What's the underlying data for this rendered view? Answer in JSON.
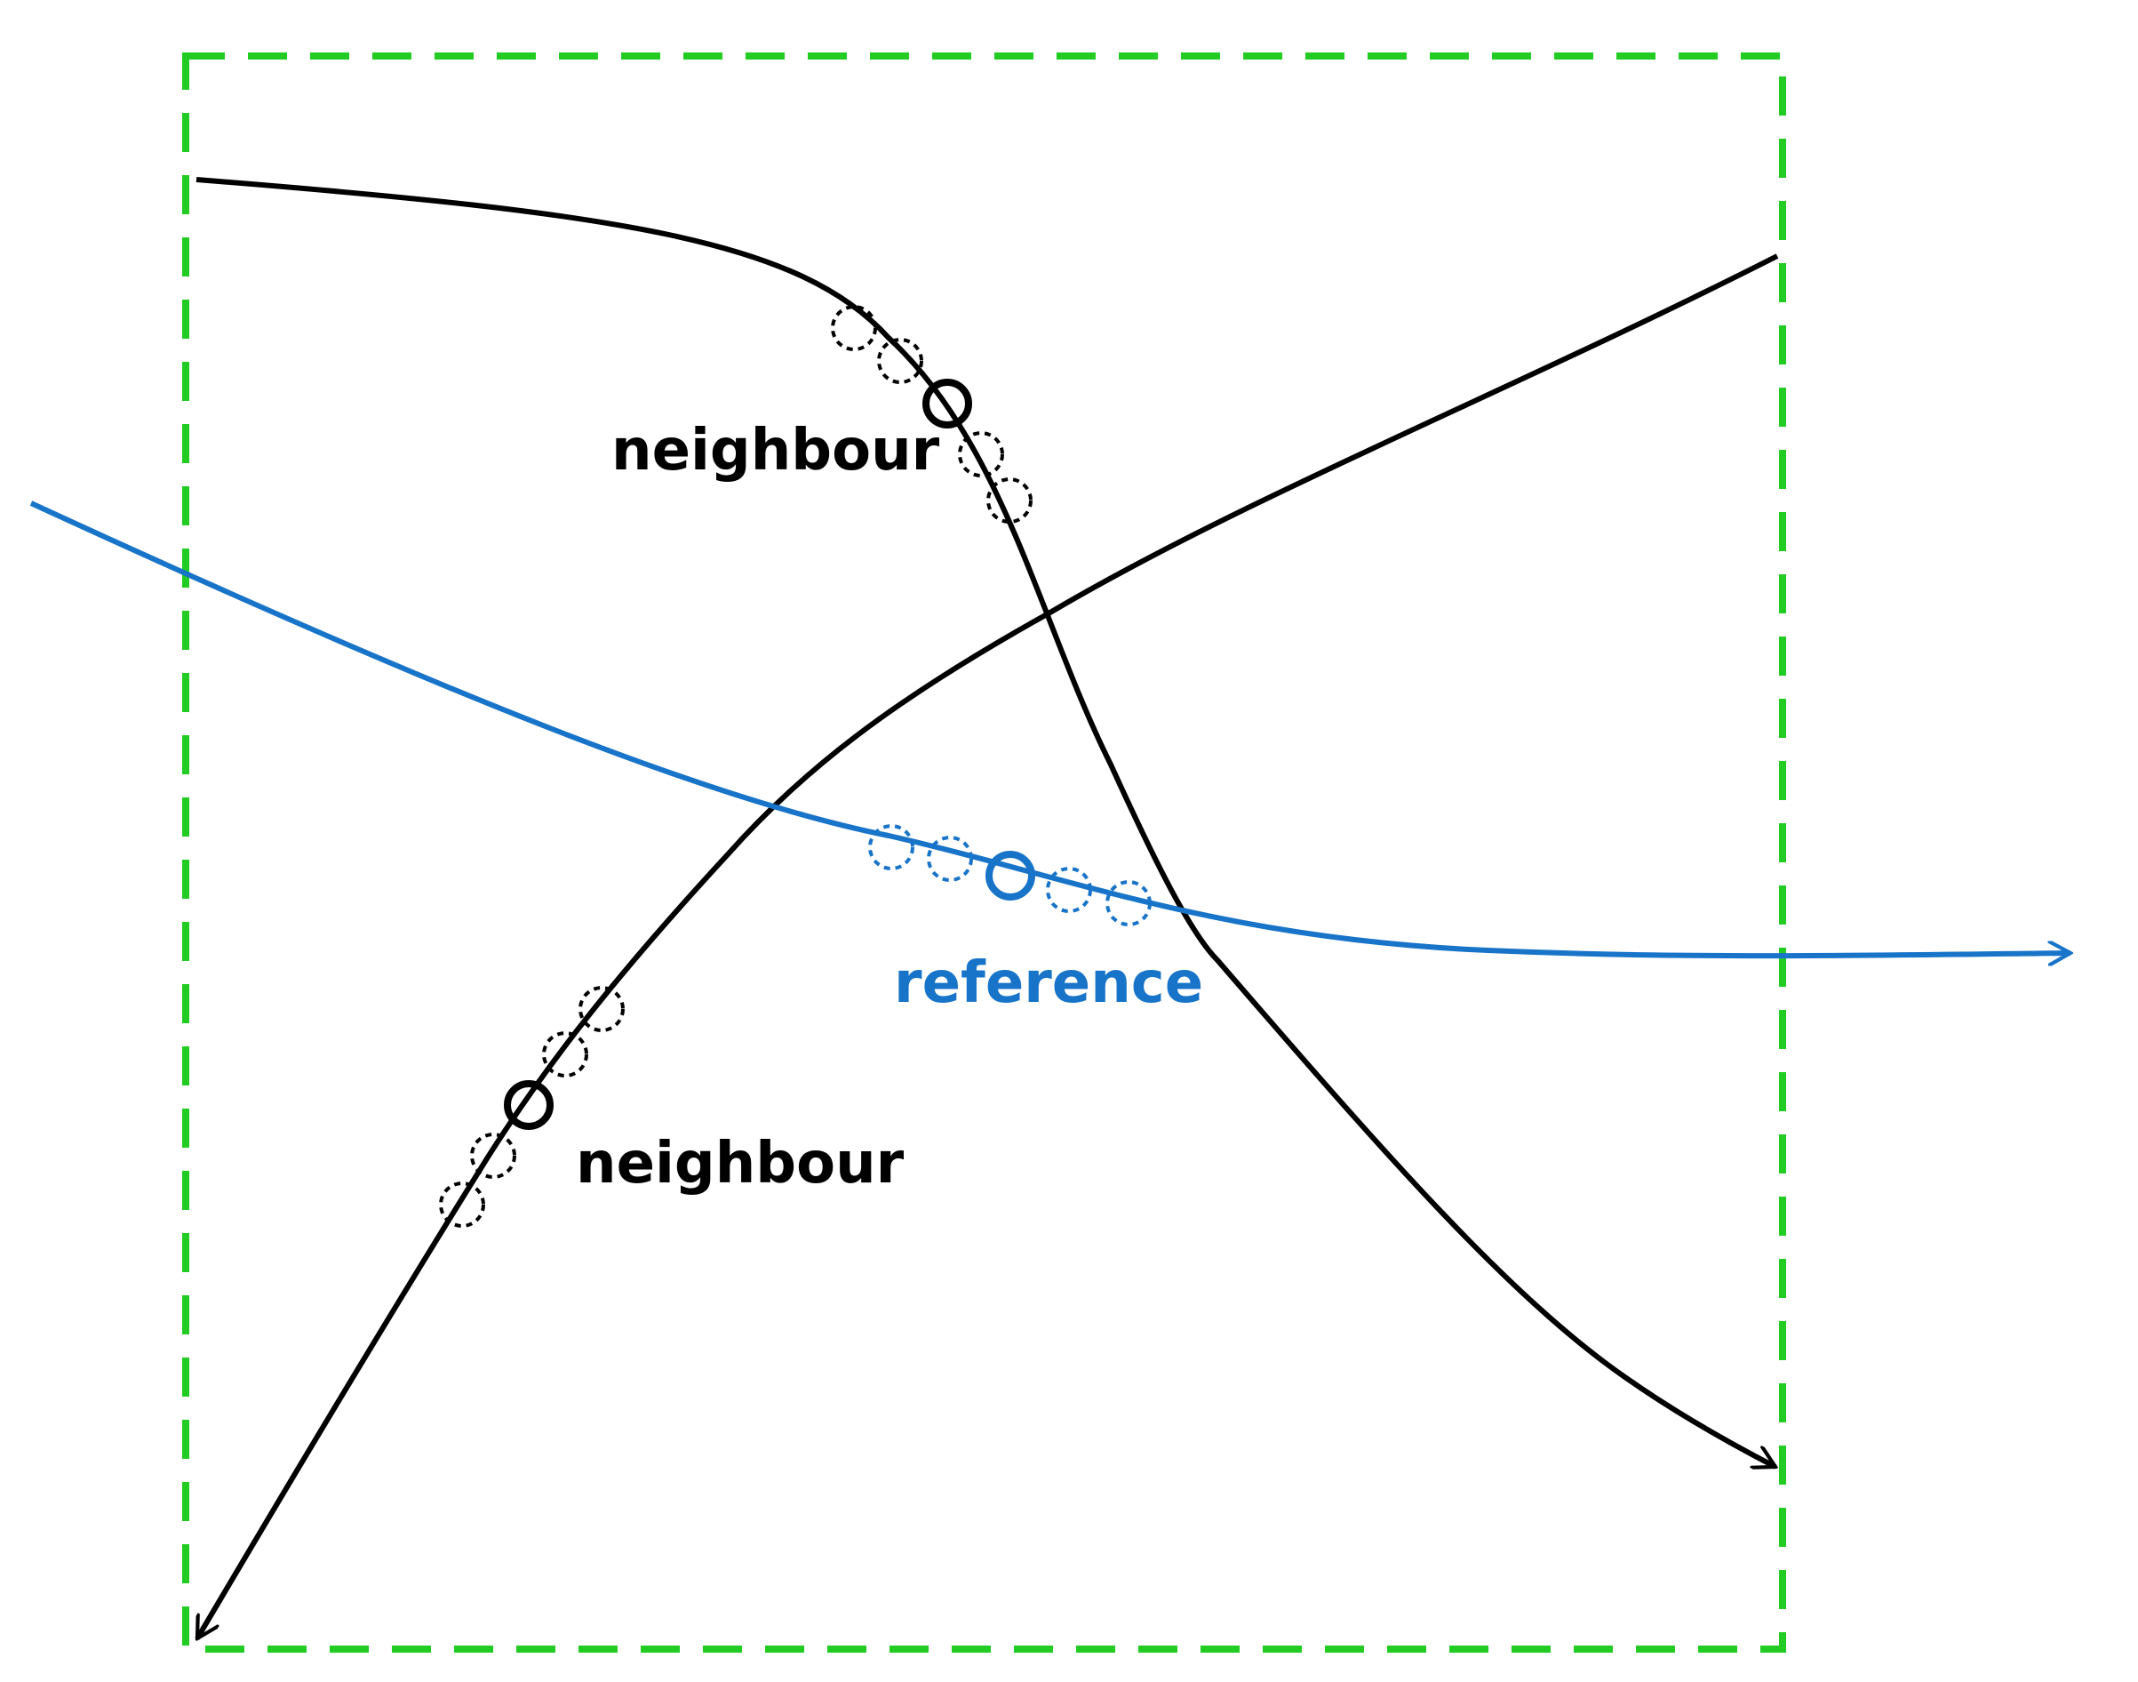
{
  "labels": {
    "neighbour_top": "neighbour",
    "neighbour_bottom": "neighbour",
    "reference": "reference"
  },
  "colors": {
    "frame": "#22cc22",
    "trajectory": "#000000",
    "reference": "#1874c8",
    "background": "#ffffff"
  }
}
